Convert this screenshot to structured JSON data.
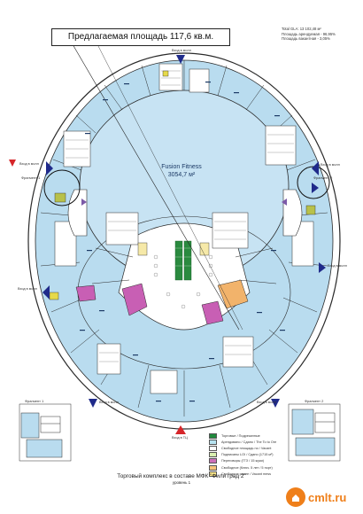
{
  "callout": {
    "text": "Предлагаемая площадь 117,6 кв.м."
  },
  "stats": {
    "total_gla": "Total GLA:  13 102,48 м²",
    "rented": "Площадь арендуемая - 96,95%",
    "vacant": "Площадь вакантная - 3,05%"
  },
  "anchor": {
    "name": "Fusion Fitness",
    "area": "3054,7 м²"
  },
  "fragments": {
    "left_top": "Фрагмент 1",
    "right_top": "Фрагмент 2",
    "left_bottom": "Фрагмент 1",
    "right_bottom": "Фрагмент 2"
  },
  "entries": {
    "top": "Вход в молл",
    "left_upper": "Вход в молл",
    "left_lower": "Вход в молл",
    "right_upper": "Вход в молл",
    "right_lower": "Вход в молл",
    "bottom_left": "Вход в молл",
    "bottom_right": "Вход в молл",
    "bottom": "Вход в ТЦ"
  },
  "legend": [
    {
      "label": "Торговые / Подрезанные",
      "color": "#1f8a3c"
    },
    {
      "label": "Арендовано / Сдано / The To to Ore",
      "color": "#b7e3f0"
    },
    {
      "label": "Свободное площадь no / Vacant",
      "color": "#ffffff"
    },
    {
      "label": "Подписаны LOI / Сдано (1715 м²)",
      "color": "#d9f0b0"
    },
    {
      "label": "Переговоры (ГГЗ / 15 жуки)",
      "color": "#cc6fb8"
    },
    {
      "label": "Свободное (Ключ. 5 лет / 5 порт)",
      "color": "#f4c27a"
    },
    {
      "label": "Свободное ранее / Vacant mess",
      "color": "#ffe98a"
    }
  ],
  "title": {
    "main": "Торговый комплекс в составе МФК \"Фили град 2\"",
    "sub": "уровень 1"
  },
  "watermark": {
    "text": "cmlt.ru"
  },
  "colors": {
    "blue_fill": "#b9dcef",
    "outline": "#2a2a2a",
    "navy_marker": "#1f2a8a",
    "red_marker": "#d6262a",
    "magenta": "#c85fb4",
    "orange": "#f2b36b",
    "green": "#2a8a3f",
    "olive": "#b8c14a"
  }
}
